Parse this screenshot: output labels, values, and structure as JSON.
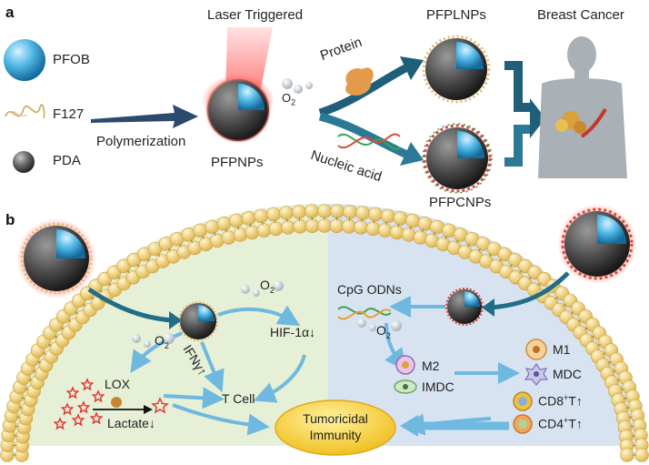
{
  "panel_a": {
    "letter": "a",
    "title": "Laser Triggered",
    "legend": [
      {
        "icon": "pfob-sphere-icon",
        "label": "PFOB"
      },
      {
        "icon": "f127-polymer-icon",
        "label": "F127"
      },
      {
        "icon": "pda-sphere-icon",
        "label": "PDA"
      }
    ],
    "polymerization": "Polymerization",
    "pfpnps": "PFPNPs",
    "o2": "O",
    "o2_sub": "2",
    "protein": "Protein",
    "nucleic_acid": "Nucleic acid",
    "pfplnps": "PFPLNPs",
    "pfpcnps": "PFPCNPs",
    "breast_cancer": "Breast Cancer"
  },
  "panel_b": {
    "letter": "b",
    "o2_top": "O",
    "o2_left": "O",
    "o2_right": "O",
    "o2_sub": "2",
    "hif": "HIF-1α↓",
    "ifn": "IFNγ↑",
    "lox": "LOX",
    "lactate": "Lactate↓",
    "tcell": "T Cell",
    "cpg": "CpG ODNs",
    "m2": "M2",
    "imdc": "IMDC",
    "m1": "M1",
    "mdc": "MDC",
    "cd8_a": "CD8",
    "cd8_sup": "+",
    "cd8_b": "T↑",
    "cd4_a": "CD4",
    "cd4_sup": "+",
    "cd4_b": "T↑",
    "tumoricidal": "Tumoricidal",
    "immunity": "Immunity"
  },
  "colors": {
    "arrow_dark": "#2c4a6e",
    "arrow_teal": "#1f6e86",
    "arrow_light": "#6fb8e0",
    "left_bg": "#e8f1d8",
    "right_bg": "#dbe5f3",
    "membrane_bead": "#f4d987",
    "red_star": "#e3302f",
    "ellipse_fill": "#f6d34a"
  }
}
